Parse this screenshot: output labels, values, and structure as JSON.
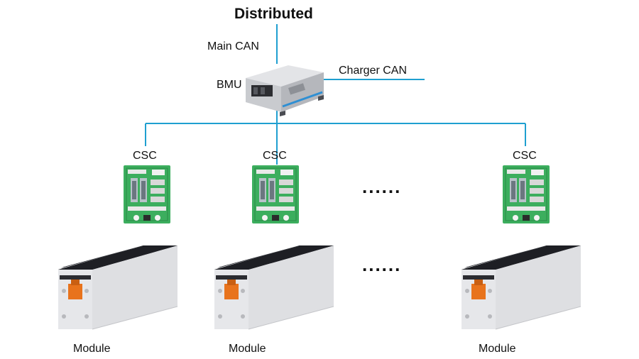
{
  "title": "Distributed",
  "labels": {
    "main_can": "Main CAN",
    "charger_can": "Charger CAN",
    "bmu": "BMU",
    "csc": "CSC",
    "module": "Module",
    "ellipsis": "......"
  },
  "colors": {
    "bus_line": "#1f9fd0",
    "pcb_green": "#3cae5e",
    "battery_top": "#1e1f24",
    "battery_body": "#dedfe2",
    "connector": "#e8731c",
    "bmu_body": "#c9cbcf",
    "bmu_stripe": "#2f8fd3"
  }
}
